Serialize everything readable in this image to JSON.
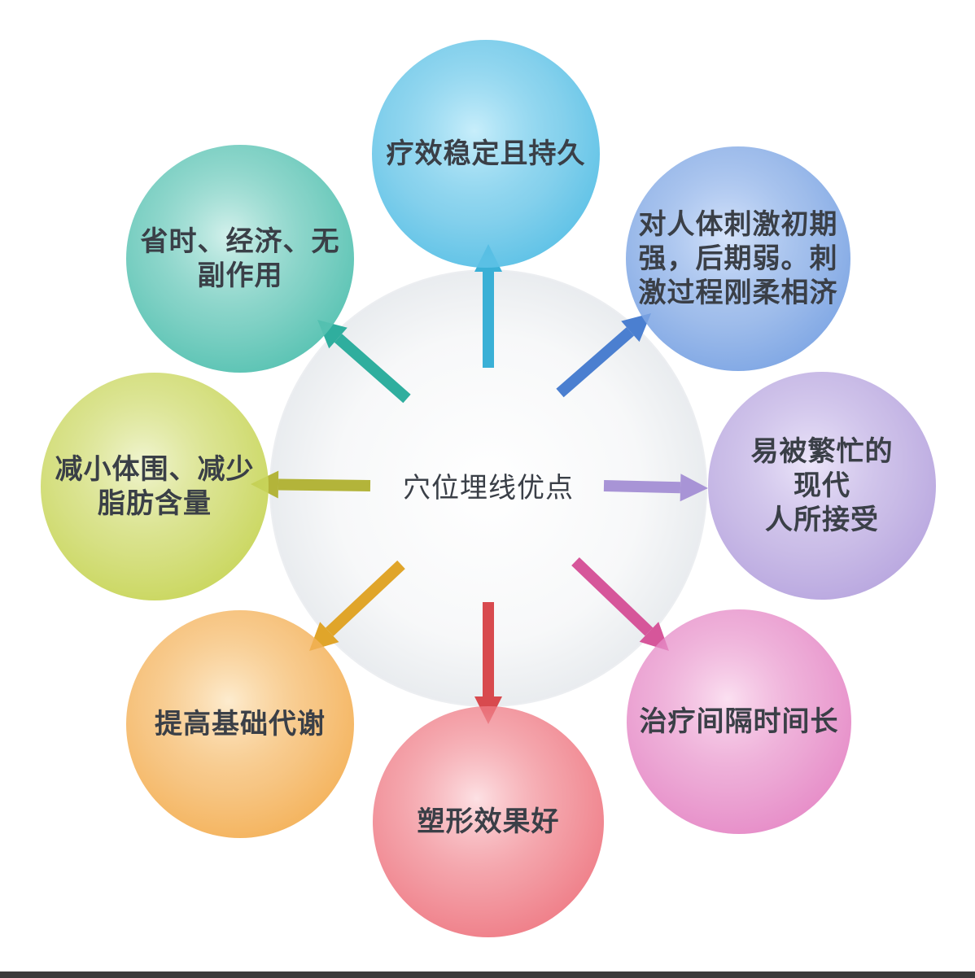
{
  "center": {
    "label": "穴位埋线优点",
    "color": "#e9ecef"
  },
  "nodes": [
    {
      "label": "疗效稳定且持久",
      "color": "#5cc1e6",
      "light": "#c8eefb"
    },
    {
      "label": "对人体刺激初期\n强，后期弱。刺\n激过程刚柔相济",
      "color": "#7ea6e4",
      "light": "#d6e4fb"
    },
    {
      "label": "易被繁忙的现代\n人所接受",
      "color": "#b8a6df",
      "light": "#ece6fa"
    },
    {
      "label": "治疗间隔时间长",
      "color": "#e68bc7",
      "light": "#fbe0f1"
    },
    {
      "label": "塑形效果好",
      "color": "#ef7c86",
      "light": "#fde1e4"
    },
    {
      "label": "提高基础代谢",
      "color": "#f4b25a",
      "light": "#fdeccf"
    },
    {
      "label": "减小体围、减少\n脂肪含量",
      "color": "#c9d65c",
      "light": "#f1f5d2"
    },
    {
      "label": "省时、经济、无\n副作用",
      "color": "#57c2b2",
      "light": "#d4f1ec"
    }
  ],
  "arrow_colors": [
    "#3ab0d6",
    "#4b7fd0",
    "#a894d6",
    "#d6569a",
    "#d84a4e",
    "#e0a52a",
    "#b3b43a",
    "#2fae9e"
  ]
}
